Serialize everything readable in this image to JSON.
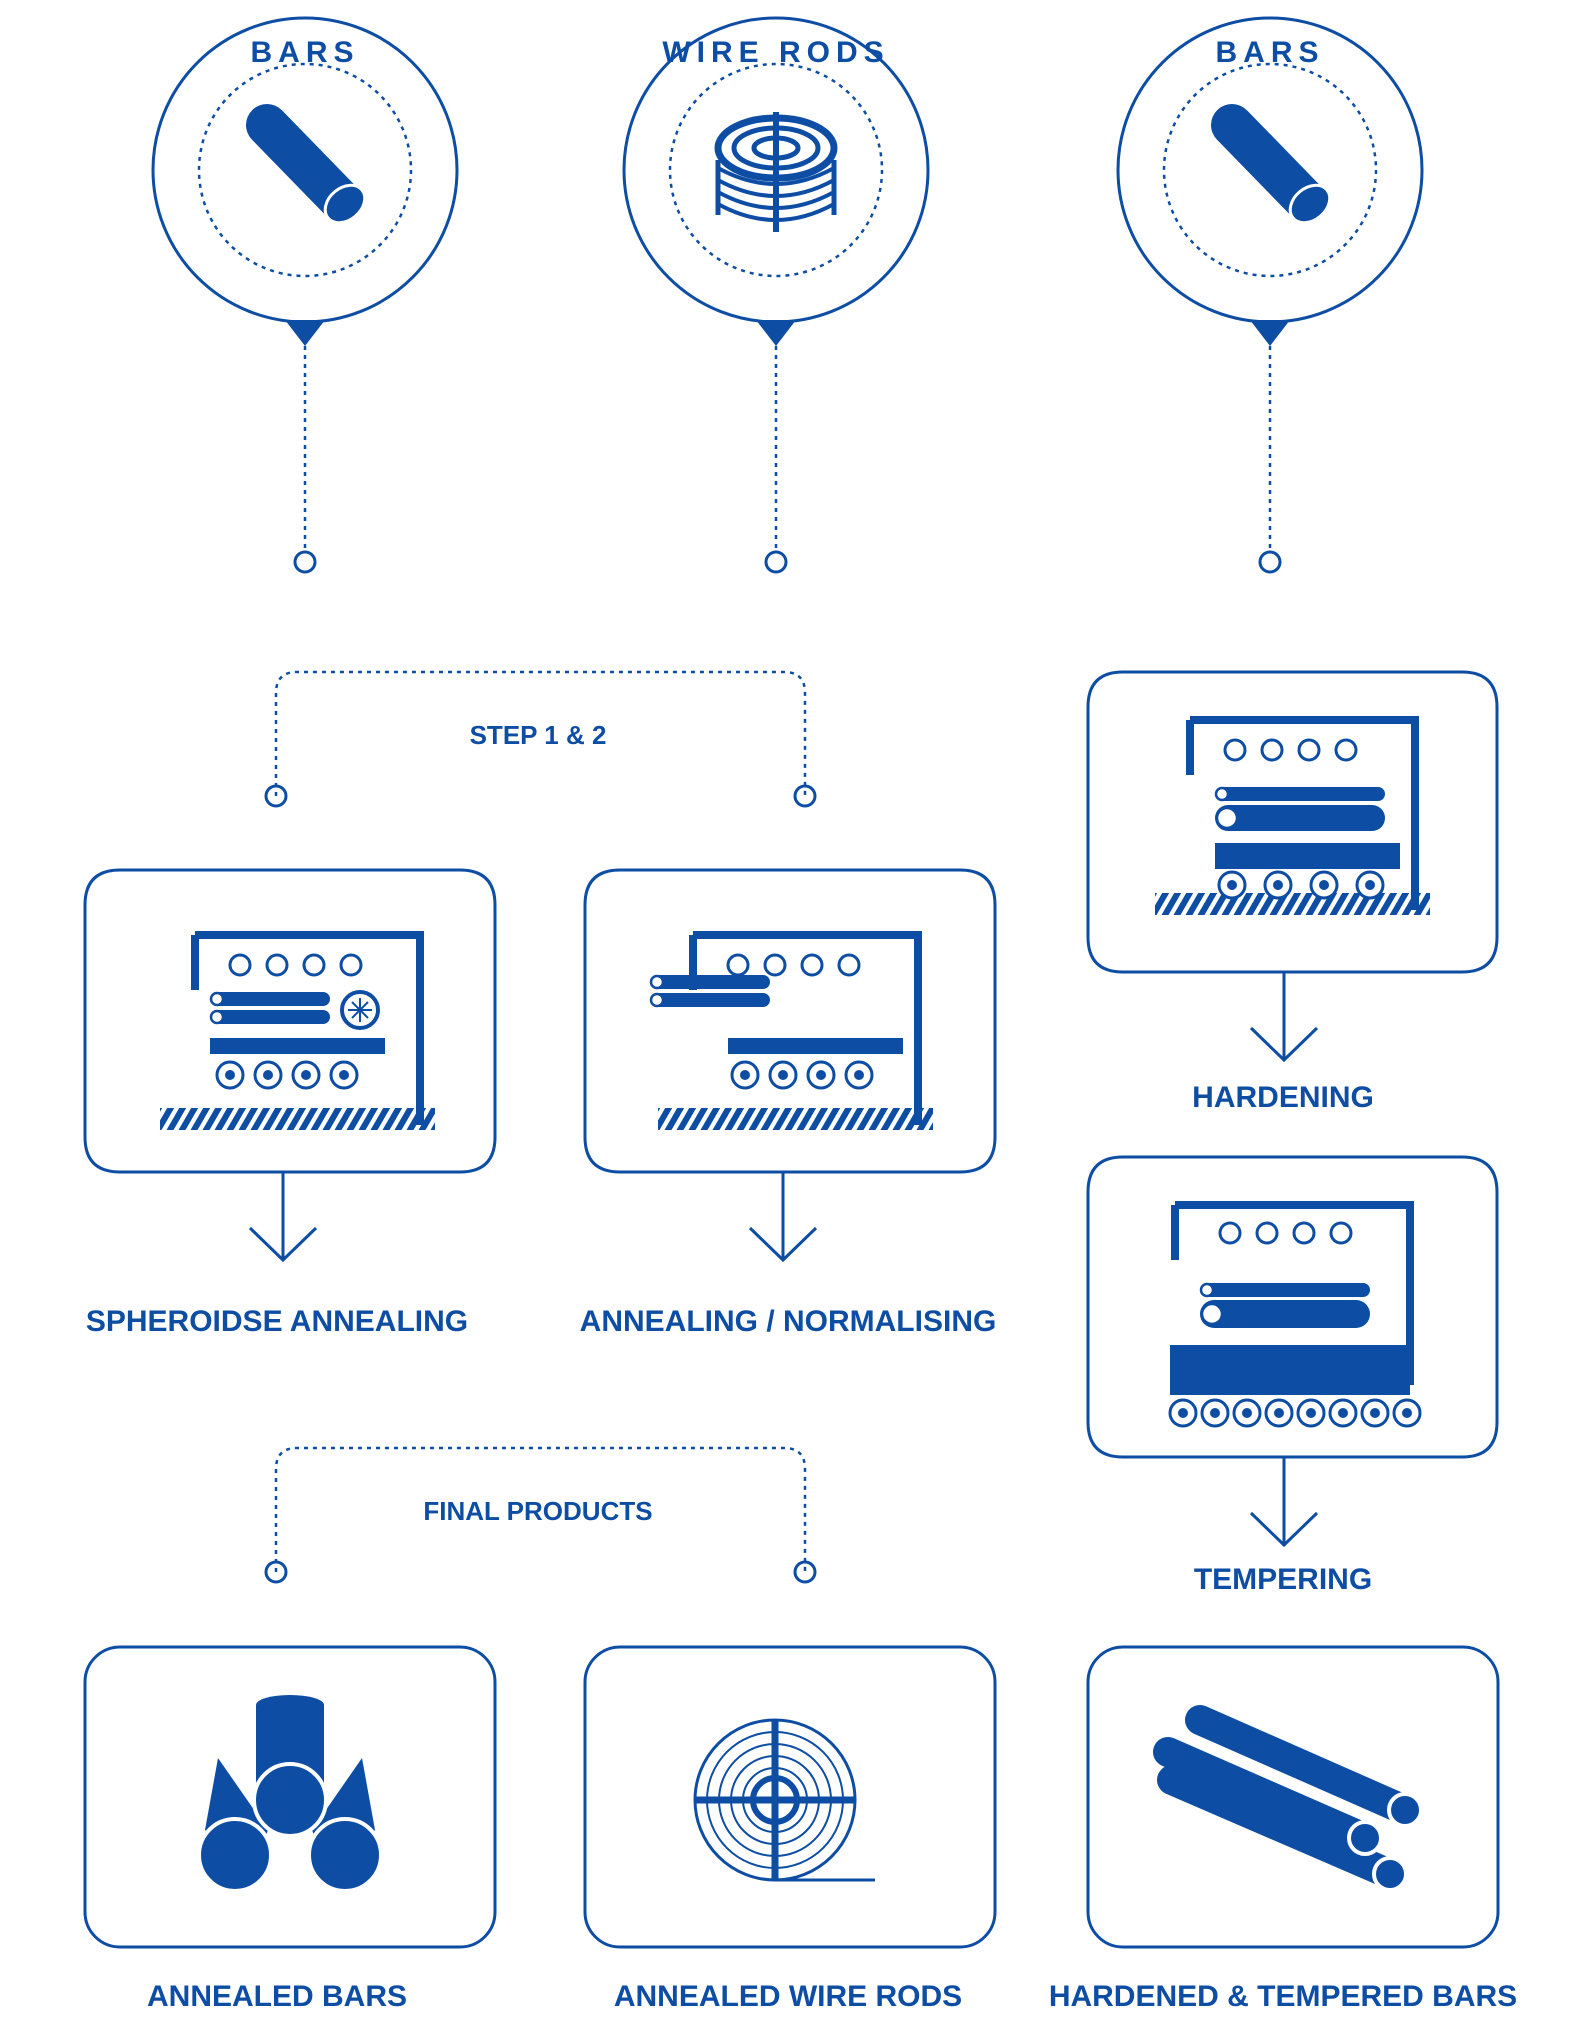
{
  "source_labels": [
    "BARS",
    "WIRE RODS",
    "BARS"
  ],
  "groups": {
    "step": "STEP 1 & 2",
    "final": "FINAL PRODUCTS"
  },
  "processes": {
    "spheroidise": "SPHEROIDSE ANNEALING",
    "annealing": "ANNEALING / NORMALISING",
    "hardening": "HARDENING",
    "tempering": "TEMPERING"
  },
  "products": {
    "annealed_bars": "ANNEALED BARS",
    "annealed_wire_rods": "ANNEALED WIRE RODS",
    "hardened_tempered_bars": "HARDENED & TEMPERED BARS"
  },
  "colors": {
    "brand": "#0e4da4",
    "background": "#ffffff"
  }
}
